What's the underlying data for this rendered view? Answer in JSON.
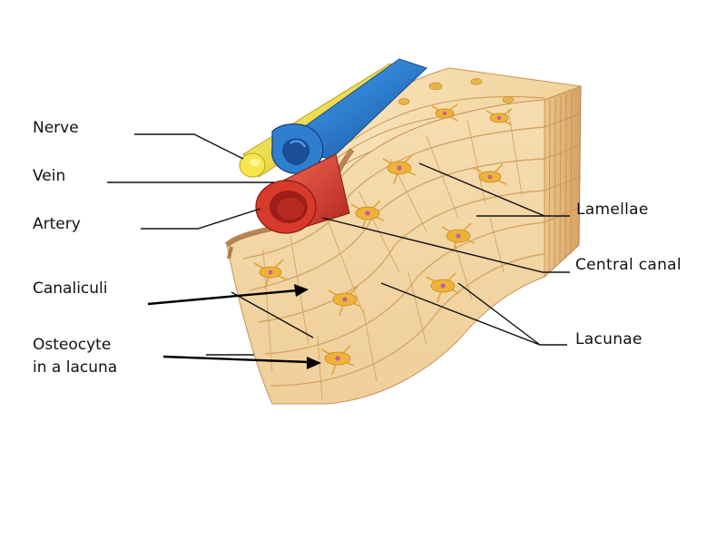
{
  "labels": {
    "nerve": "Nerve",
    "vein": "Vein",
    "artery": "Artery",
    "canaliculi": "Canaliculi",
    "osteocyte_line1": "Osteocyte",
    "osteocyte_line2": "in a lacuna",
    "lamellae": "Lamellae",
    "central_canal": "Central canal",
    "lacunae": "Lacunae"
  },
  "colors": {
    "bone_light": "#f7dfb0",
    "bone_mid": "#efcf94",
    "bone_dark": "#d9a768",
    "bone_side": "#e2b178",
    "cell_fill": "#efb238",
    "cell_nucleus": "#c0609a",
    "vein_blue": "#2f7fd0",
    "vein_dark": "#1a4f96",
    "artery_red": "#d83a2c",
    "artery_dark": "#8c1a14",
    "nerve_yellow": "#f3e33a",
    "periosteum_pink": "#d88a7a"
  }
}
